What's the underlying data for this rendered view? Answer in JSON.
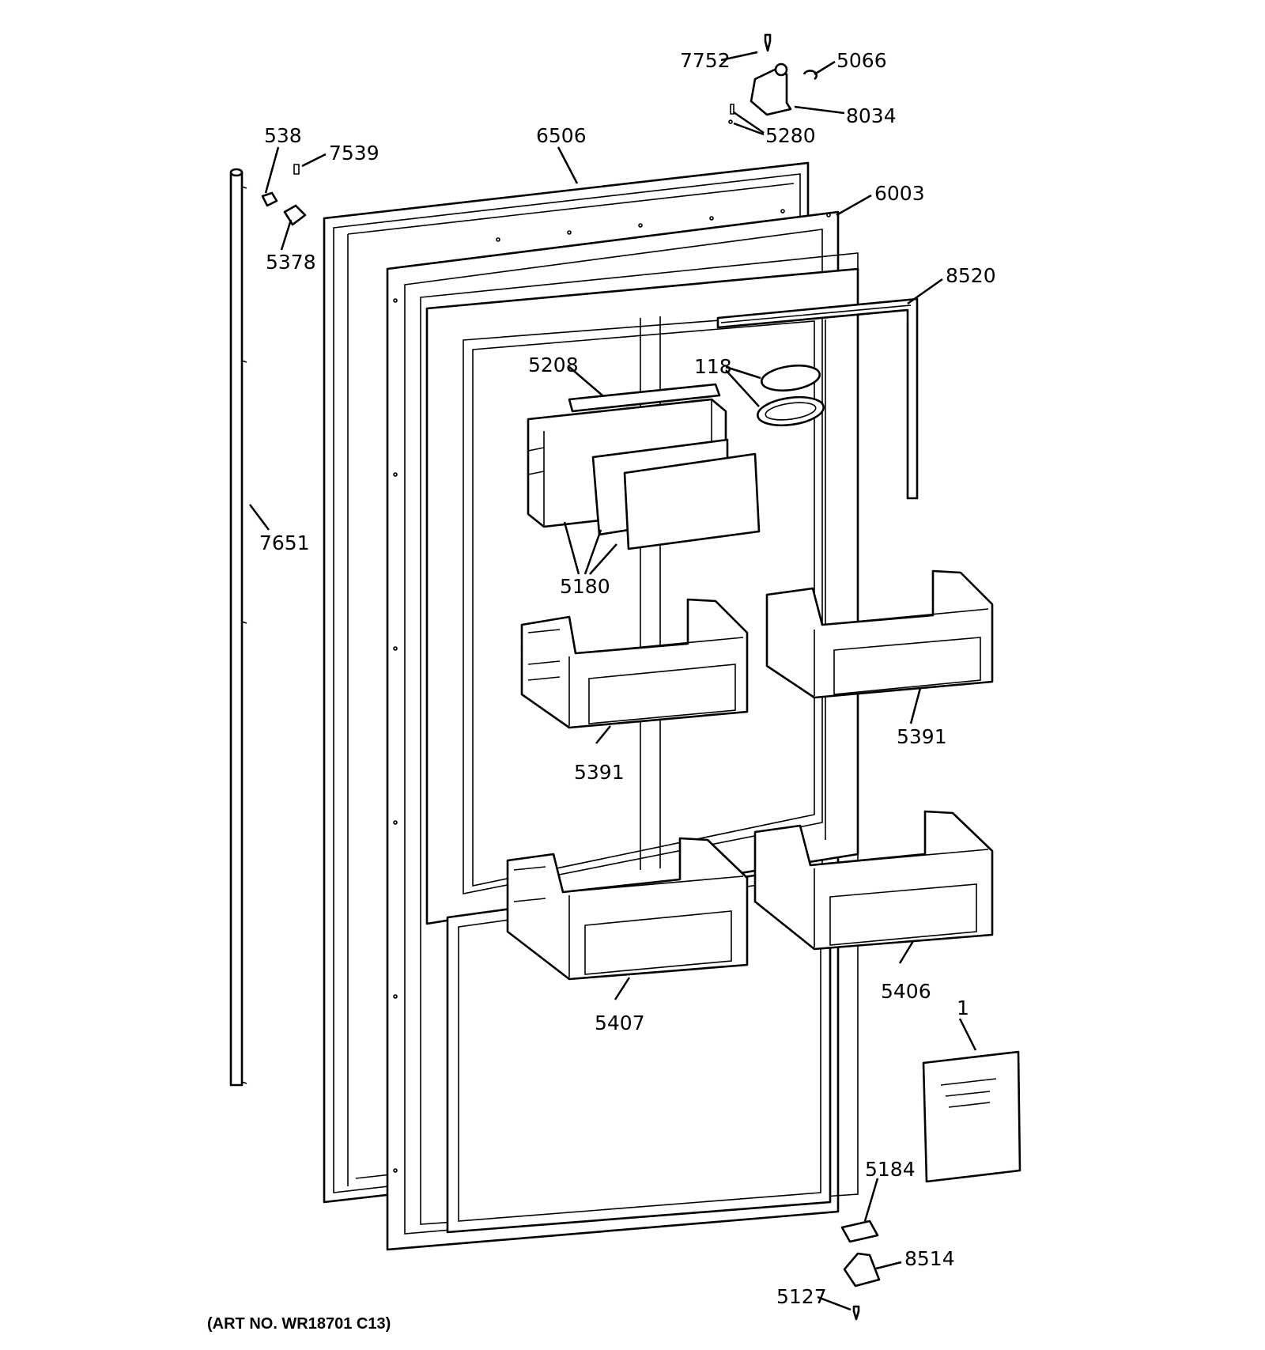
{
  "callouts": {
    "c7752": "7752",
    "c5066": "5066",
    "c8034": "8034",
    "c5280": "5280",
    "c538": "538",
    "c7539": "7539",
    "c5378": "5378",
    "c6506": "6506",
    "c6003": "6003",
    "c8520": "8520",
    "c5208": "5208",
    "c118": "118",
    "c7651": "7651",
    "c5180": "5180",
    "c5391a": "5391",
    "c5391b": "5391",
    "c5406": "5406",
    "c5407": "5407",
    "c1": "1",
    "c5184": "5184",
    "c8514": "8514",
    "c5127": "5127"
  },
  "art_no": "(ART NO. WR18701 C13)"
}
